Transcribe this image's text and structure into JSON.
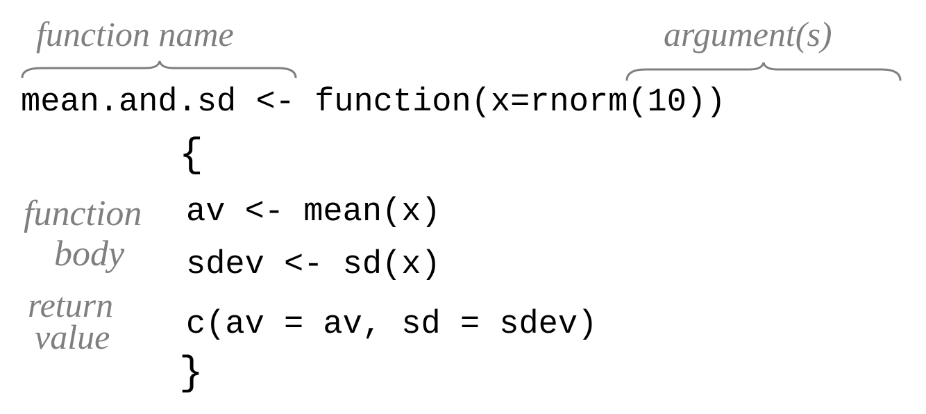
{
  "annotations": {
    "function_name": "function name",
    "arguments": "argument(s)",
    "function_body_line1": "function",
    "function_body_line2": "body",
    "return_value_line1": "return",
    "return_value_line2": "value"
  },
  "code": {
    "line1": "mean.and.sd <- function(x=rnorm(10))",
    "open_brace": "{",
    "line2": "av <- mean(x)",
    "line3": "sdev <- sd(x)",
    "line4": "c(av = av, sd = sdev)",
    "close_brace": "}"
  },
  "colors": {
    "annotation": "#7f7f7f",
    "code": "#000000"
  }
}
